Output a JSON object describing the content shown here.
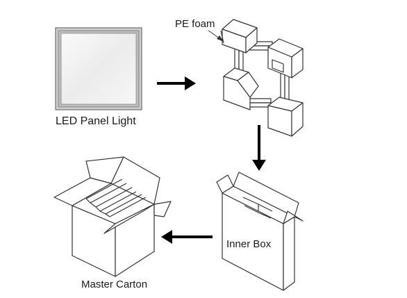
{
  "labels": {
    "led_panel_light": "LED Panel Light",
    "pe_foam": "PE foam",
    "inner_box": "Inner Box",
    "master_carton": "Master Carton"
  },
  "colors": {
    "line": "#333333",
    "arrow": "#000000",
    "panel_light": "#eeeeee"
  }
}
